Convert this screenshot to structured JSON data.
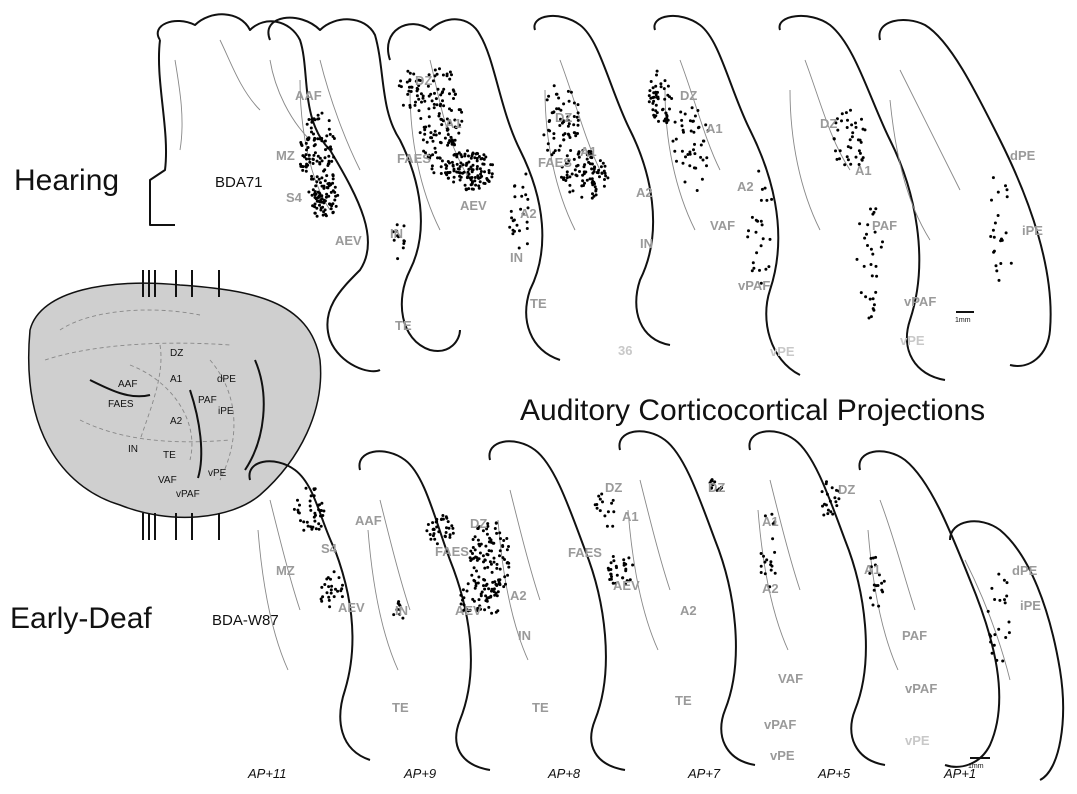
{
  "title": "Auditory Corticocortical Projections",
  "rows": [
    {
      "label": "Hearing",
      "case": "BDA71",
      "sections": [
        {
          "regions": [
            "AAF",
            "MZ",
            "S4",
            "AEV",
            "IN",
            "TE"
          ]
        },
        {
          "regions": [
            "DZ",
            "A1",
            "FAES",
            "AEV",
            "A2",
            "IN"
          ]
        },
        {
          "regions": [
            "DZ",
            "A1",
            "FAES",
            "A2",
            "IN",
            "TE",
            "36"
          ]
        },
        {
          "regions": [
            "DZ",
            "A1",
            "A2",
            "VAF",
            "vPAF",
            "vPE"
          ]
        },
        {
          "regions": [
            "DZ",
            "A1",
            "PAF",
            "vPAF",
            "vPE"
          ]
        },
        {
          "regions": [
            "dPE",
            "iPE"
          ]
        }
      ]
    },
    {
      "label": "Early-Deaf",
      "case": "BDA-W87",
      "sections": [
        {
          "regions": [
            "AAF",
            "MZ",
            "S4",
            "AEV",
            "IN",
            "TE"
          ]
        },
        {
          "regions": [
            "DZ",
            "FAES",
            "AEV",
            "A2",
            "IN",
            "TE"
          ]
        },
        {
          "regions": [
            "DZ",
            "A1",
            "FAES",
            "AEV",
            "A2",
            "TE"
          ]
        },
        {
          "regions": [
            "DZ",
            "A1",
            "A2",
            "VAF",
            "vPAF",
            "vPE"
          ]
        },
        {
          "regions": [
            "DZ",
            "A1",
            "PAF",
            "vPAF",
            "vPE"
          ]
        },
        {
          "regions": [
            "dPE",
            "iPE"
          ]
        }
      ]
    }
  ],
  "ap_levels": [
    "AP+11",
    "AP+9",
    "AP+8",
    "AP+7",
    "AP+5",
    "AP+1"
  ],
  "scale_bar": "1mm",
  "brain": {
    "labels": [
      "DZ",
      "A1",
      "AAF",
      "dPE",
      "FAES",
      "PAF",
      "iPE",
      "A2",
      "IN",
      "TE",
      "vPE",
      "VAF",
      "vPAF"
    ],
    "fill": "#cfcfcf"
  },
  "colors": {
    "region_label": "#9a9a9a",
    "region_label_light": "#c8c8c8",
    "label_dots": "#000000"
  }
}
